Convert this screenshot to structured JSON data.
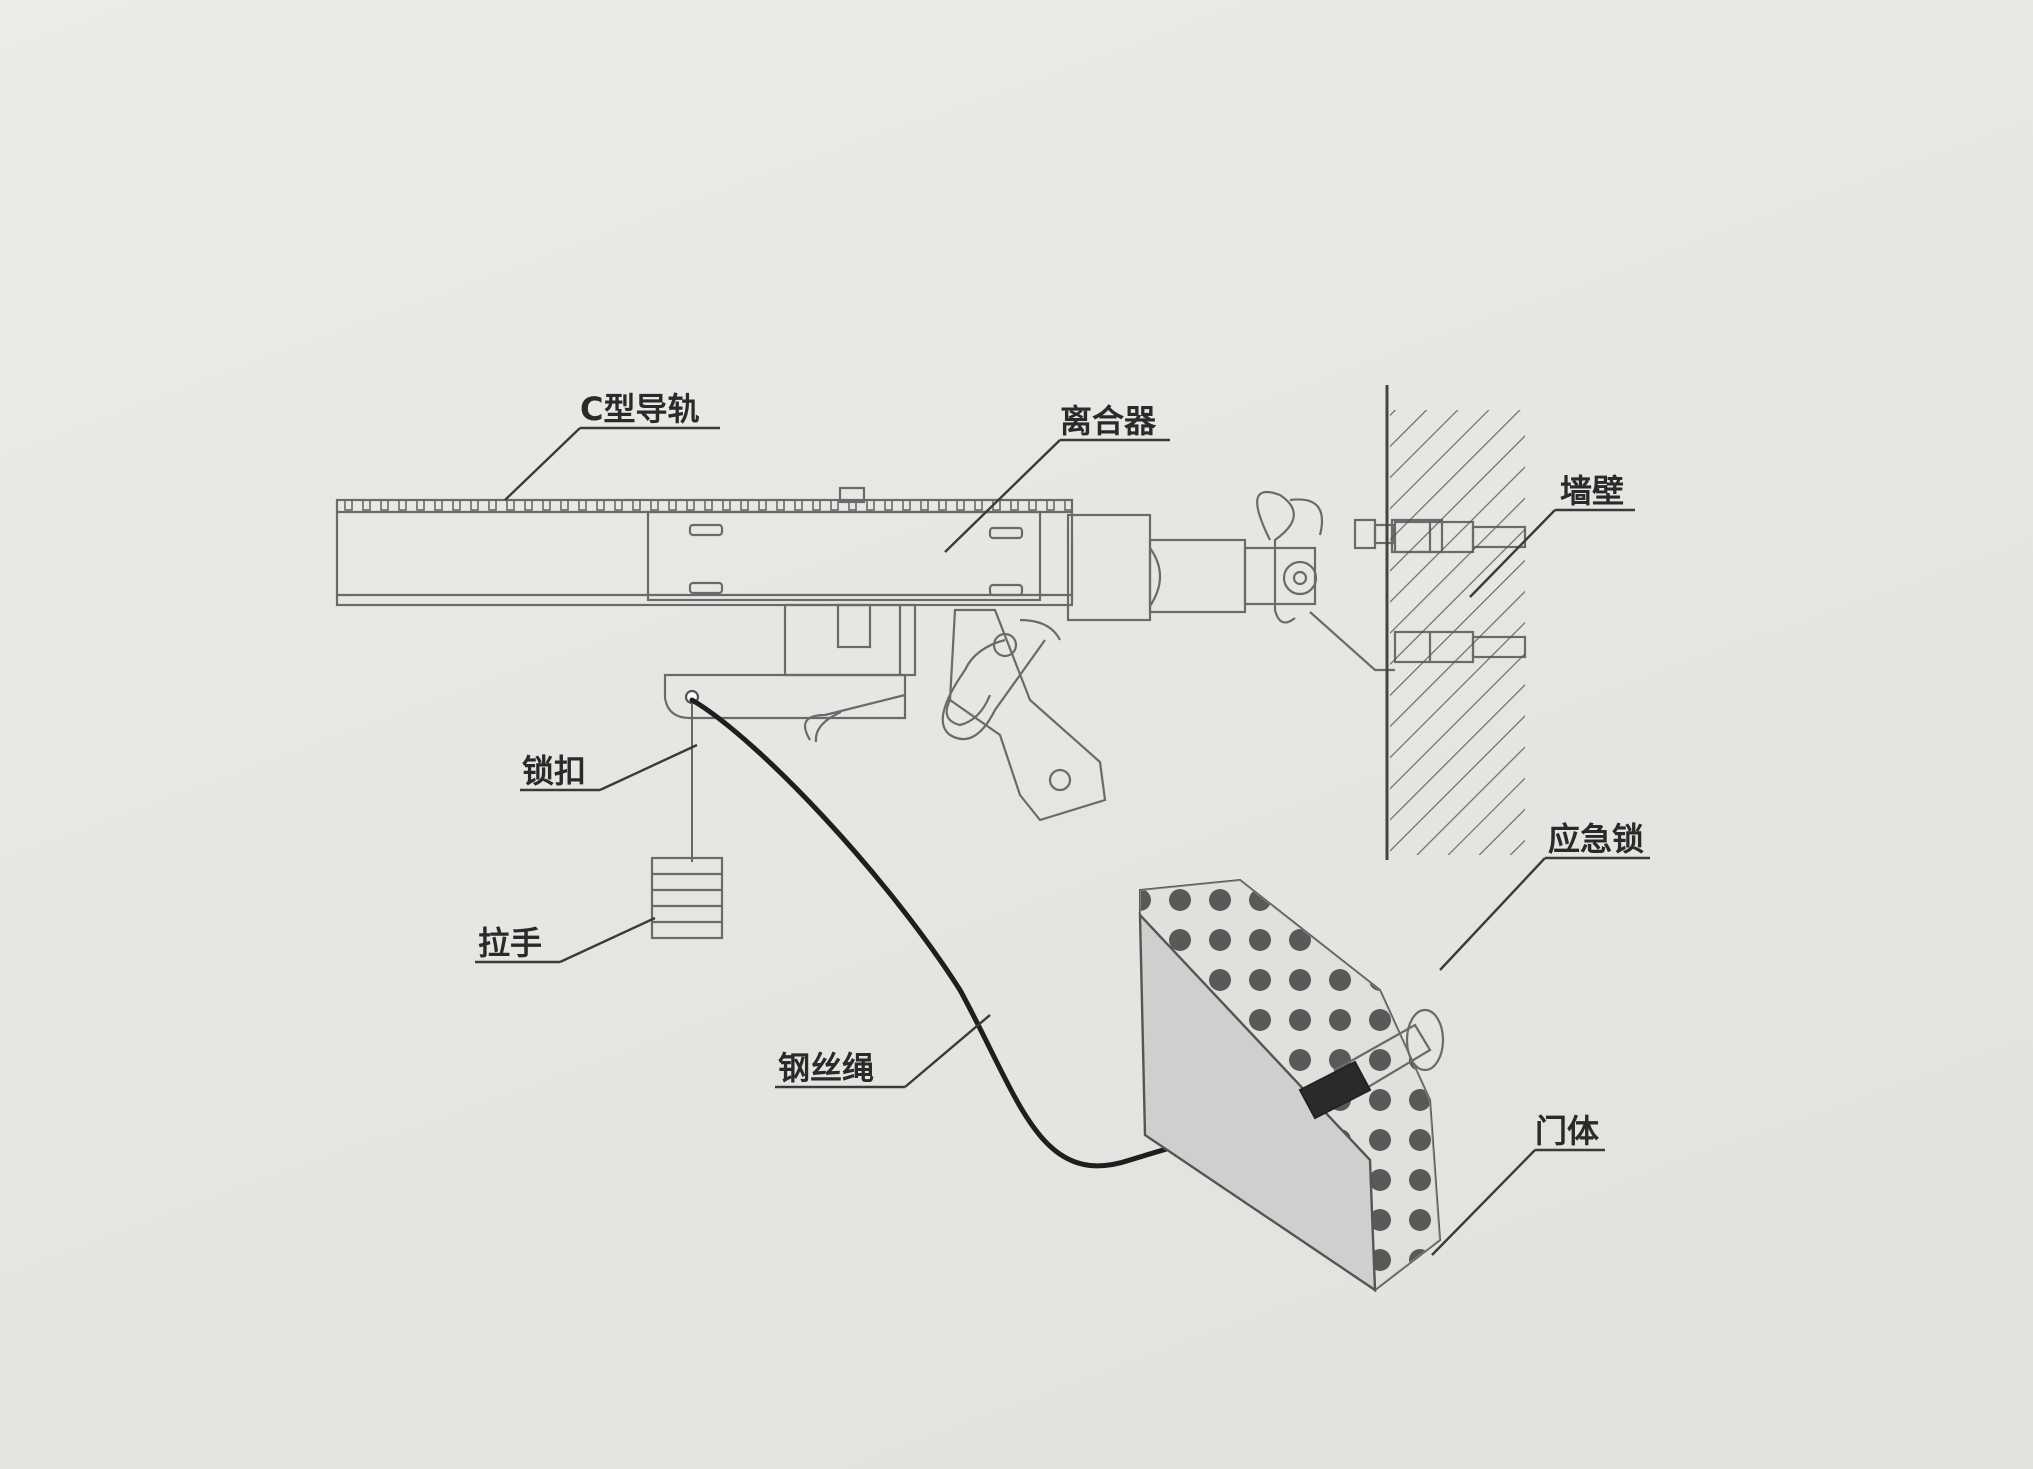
{
  "labels": {
    "c_rail": "C型导轨",
    "clutch": "离合器",
    "wall": "墙壁",
    "latch": "锁扣",
    "handle": "拉手",
    "wire_rope": "钢丝绳",
    "emergency_lock": "应急锁",
    "door_body": "门体"
  },
  "colors": {
    "background": "#e9e8e4",
    "line": "#6a6a6a",
    "text": "#2a2a2a",
    "cable": "#1e1e1e",
    "door_face": "#cfcfcd",
    "door_dots": "#151515"
  }
}
